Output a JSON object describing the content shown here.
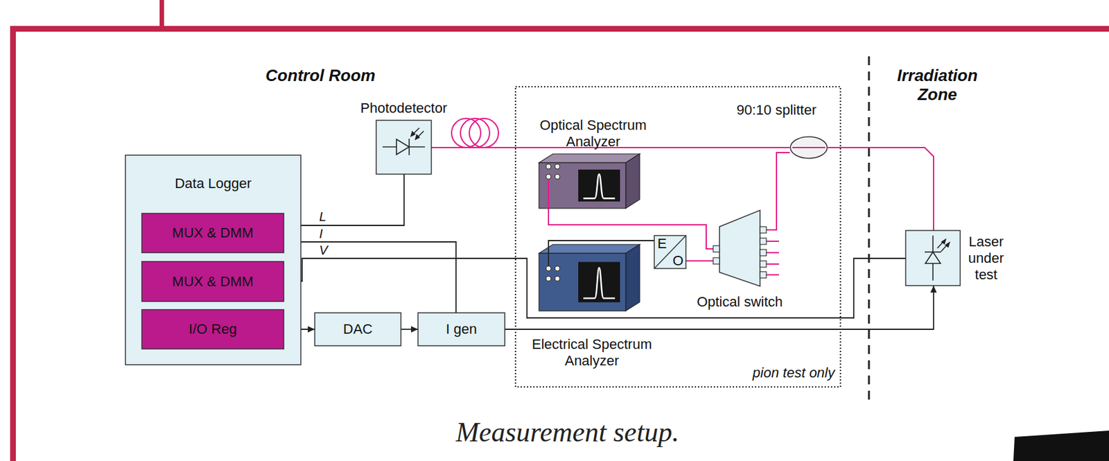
{
  "diagram": {
    "caption": "Measurement setup.",
    "nodes": [
      {
        "text": [
          "Data Logger"
        ]
      },
      {
        "text": [
          "MUX & DMM"
        ],
        "in": 0
      },
      {
        "text": [
          "MUX & DMM"
        ],
        "in": 0
      },
      {
        "text": [
          "I/O Reg"
        ],
        "in": 0
      },
      {
        "text": [
          "DAC"
        ]
      },
      {
        "text": [
          "I gen"
        ]
      },
      {
        "text": [
          "Photodetector"
        ]
      },
      {
        "text": [
          "Optical Spectrum Analyzer"
        ]
      },
      {
        "text": [
          "Electrical Spectrum Analyzer"
        ]
      },
      {
        "text": [
          "E",
          "O"
        ]
      },
      {
        "text": [
          "Optical switch"
        ]
      },
      {
        "text": [
          "90:10 splitter"
        ]
      },
      {
        "text": [
          "Laser under test"
        ]
      }
    ],
    "edges": [
      {
        "from": 6,
        "to": 1,
        "label": "L",
        "arrow": "none"
      },
      {
        "from": 5,
        "to": 1,
        "label": "I",
        "arrow": "none"
      },
      {
        "from": 12,
        "to": 2,
        "label": "V",
        "arrow": "to"
      },
      {
        "from": 3,
        "to": 4,
        "arrow": "to"
      },
      {
        "from": 4,
        "to": 5,
        "arrow": "to"
      },
      {
        "from": 5,
        "to": 12,
        "arrow": "to"
      },
      {
        "from": 12,
        "to": 11,
        "arrow": "none"
      },
      {
        "from": 11,
        "to": 6,
        "arrow": "none"
      },
      {
        "from": 11,
        "to": 10,
        "arrow": "none"
      },
      {
        "from": 10,
        "to": 7,
        "arrow": "none"
      },
      {
        "from": 10,
        "to": 9,
        "arrow": "none"
      },
      {
        "from": 9,
        "to": 8,
        "arrow": "none"
      }
    ],
    "labels": [
      "Control Room",
      "Irradiation Zone",
      "pion test only"
    ]
  }
}
